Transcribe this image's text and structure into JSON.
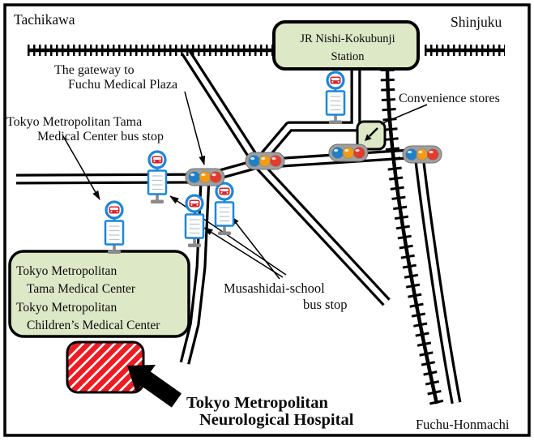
{
  "region_labels": {
    "tachikawa": "Tachikawa",
    "shinjuku": "Shinjuku",
    "fuchu_honmachi": "Fuchu-Honmachi"
  },
  "station": {
    "name_lines": [
      "JR Nishi-Kokubunji",
      "Station"
    ]
  },
  "annotations": {
    "gateway": {
      "lines": [
        "The gateway to",
        "Fuchu Medical Plaza"
      ]
    },
    "tama_bus_stop": {
      "lines": [
        "Tokyo Metropolitan Tama",
        "Medical Center bus stop"
      ]
    },
    "convenience_stores": "Convenience stores",
    "musashidai_bus_stop": {
      "lines": [
        "Musashidai-school",
        "bus stop"
      ]
    }
  },
  "facilities": {
    "medical_center": {
      "lines": [
        "Tokyo Metropolitan",
        "Tama Medical Center",
        "Tokyo Metropolitan",
        "Children’s Medical Center"
      ]
    },
    "hospital": {
      "lines": [
        "Tokyo Metropolitan",
        "Neurological Hospital"
      ]
    }
  },
  "icons": {
    "bus_stop_icon": "bus-stop-sign",
    "traffic_light_icon": "traffic-signal",
    "hospital_arrow_icon": "block-arrow-up-left",
    "convenience_arrow_icon": "arrow-down-left",
    "bus_stop_count": 5,
    "traffic_light_count": 4
  },
  "colors": {
    "box_green": "#dde8c7",
    "hatch_red": "#ed1c24",
    "signal_blue": "#1e80c8",
    "signal_orange": "#f29b17",
    "signal_red": "#e23b2e",
    "signal_case": "#a0a0a0",
    "bus_blue": "#1d86d8",
    "bus_red": "#d8232a",
    "pole_gray": "#8a8a8a",
    "road_black": "#000000"
  }
}
